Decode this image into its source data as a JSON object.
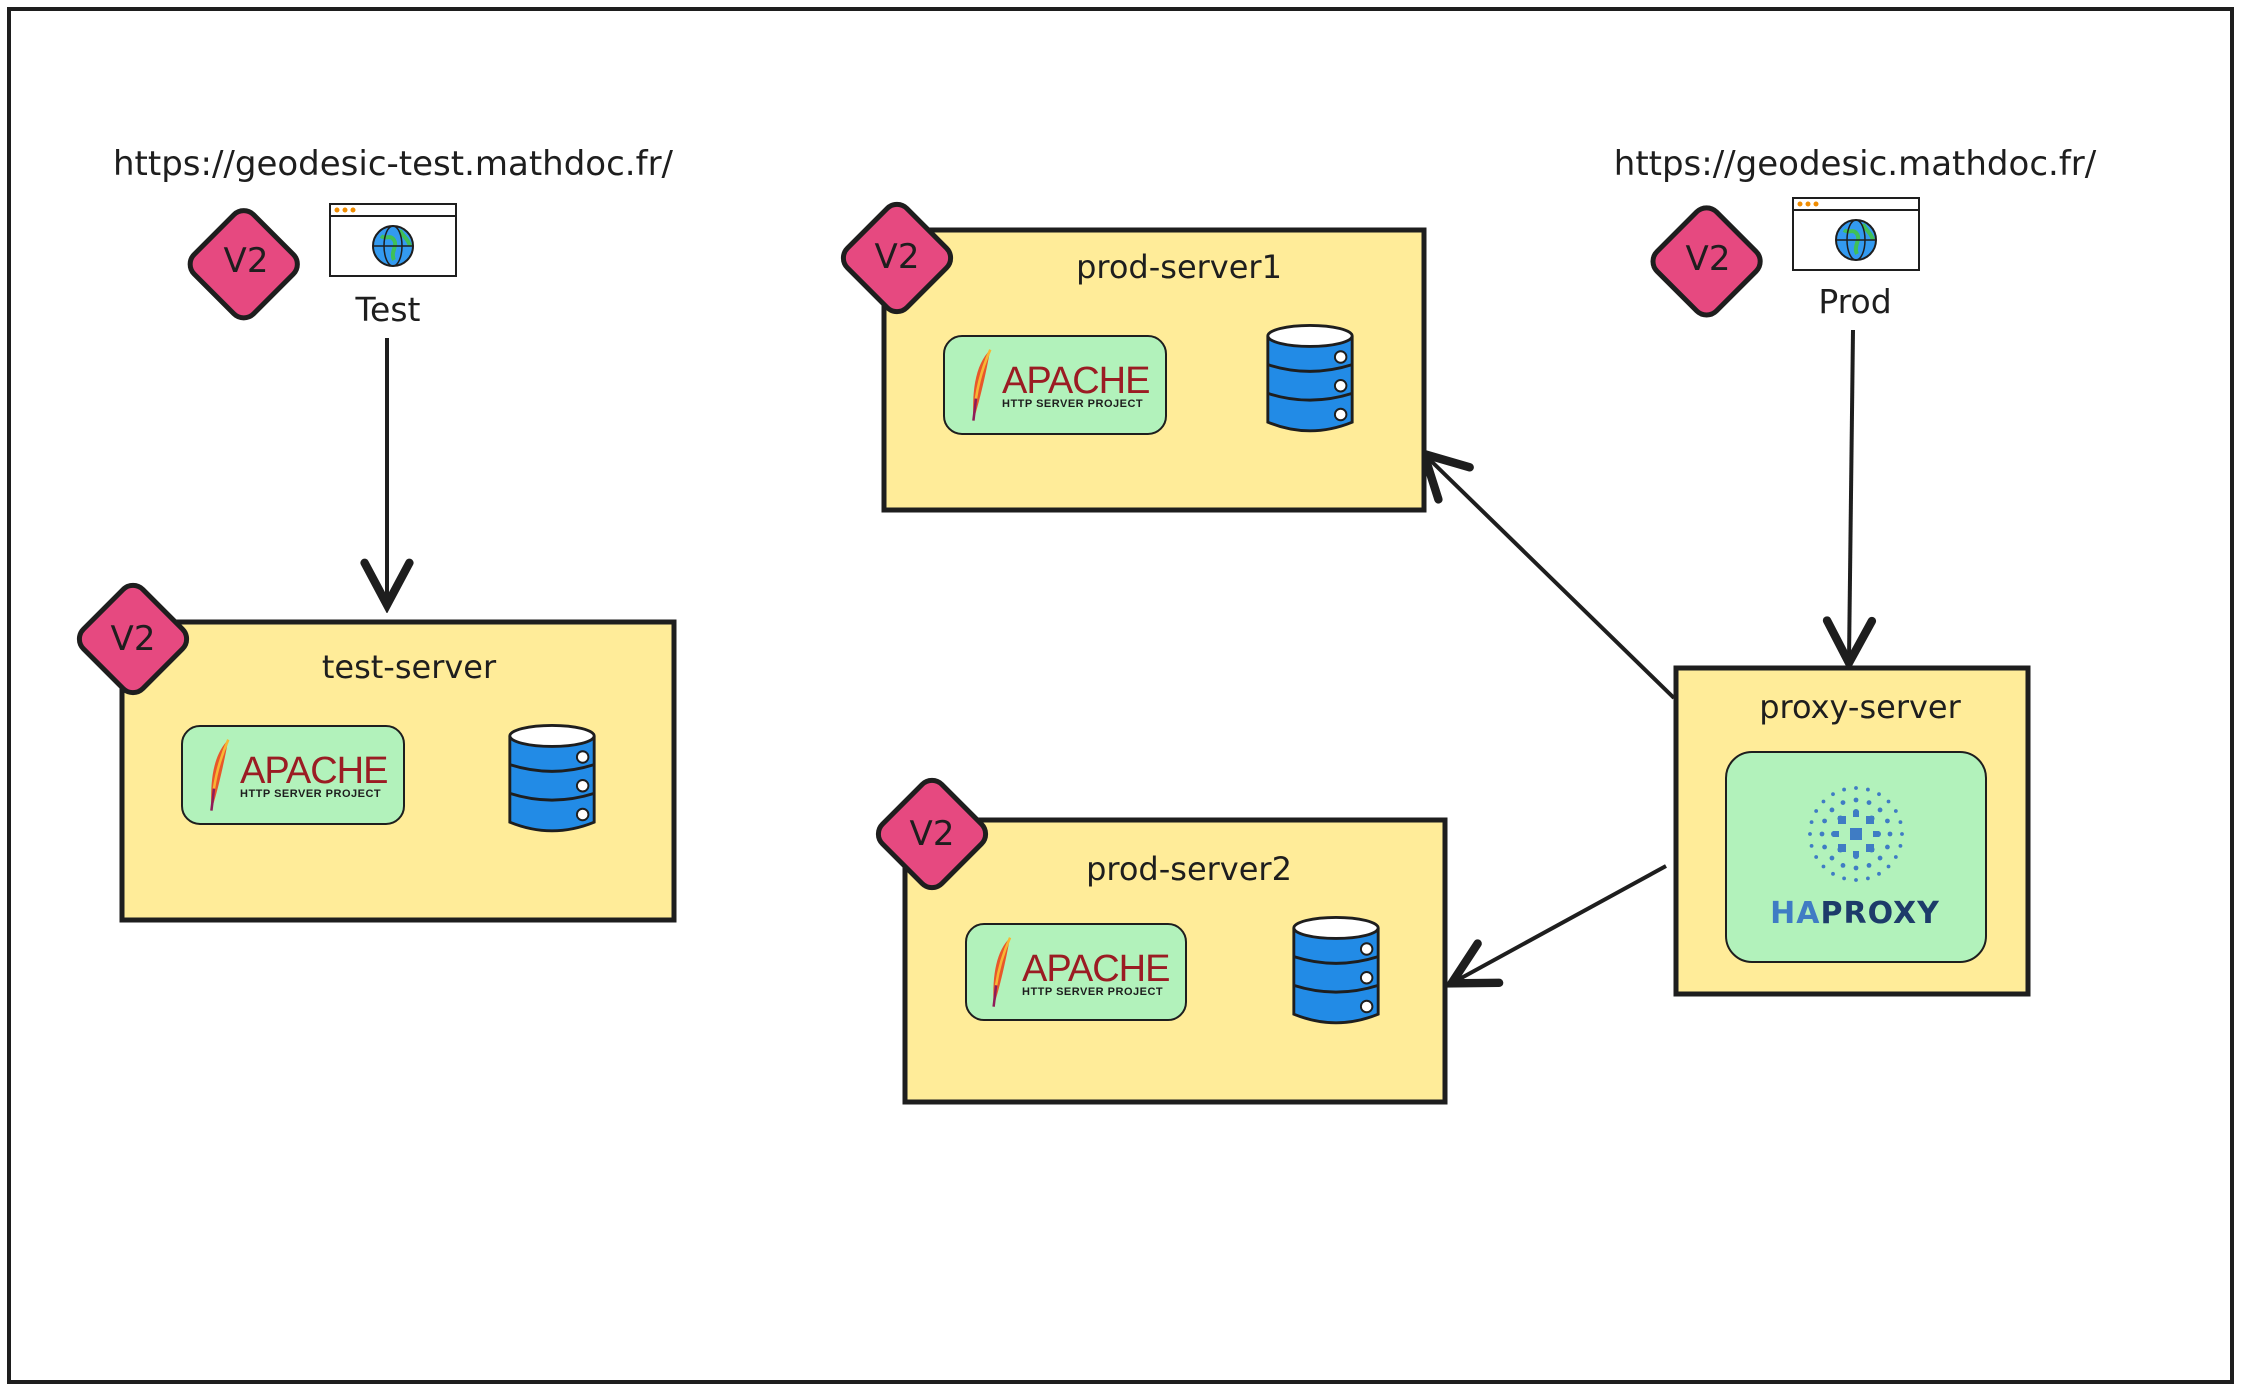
{
  "diagram": {
    "test_url": "https://geodesic-test.mathdoc.fr/",
    "prod_url": "https://geodesic.mathdoc.fr/",
    "test_label": "Test",
    "prod_label": "Prod",
    "badge": "V2",
    "servers": {
      "test": "test-server",
      "prod1": "prod-server1",
      "prod2": "prod-server2",
      "proxy": "proxy-server"
    },
    "apache_logo": {
      "word": "APACHE",
      "sub": "HTTP SERVER PROJECT"
    },
    "haproxy_logo": {
      "ha": "HA",
      "proxy": "PROXY"
    }
  },
  "colors": {
    "server_fill": "#ffec99",
    "logo_fill": "#b2f2bb",
    "badge_fill": "#e64980",
    "db_fill": "#228be6",
    "stroke": "#1e1e1e",
    "haproxy_blue": "#3f7cc4",
    "haproxy_dark": "#1d3b6a"
  }
}
